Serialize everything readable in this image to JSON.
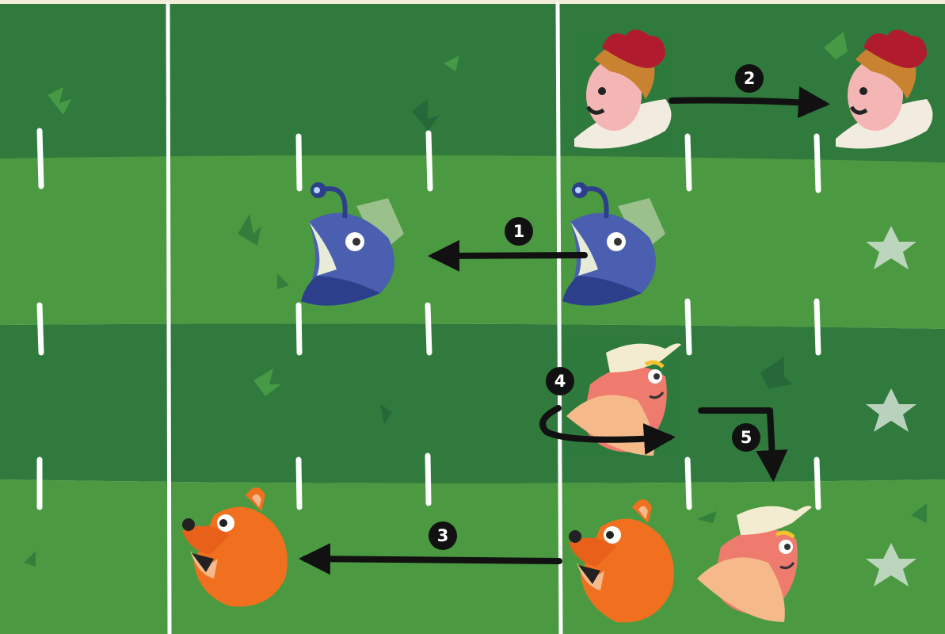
{
  "board": {
    "colors": {
      "stripe_dark": "#2f7a3c",
      "stripe_light": "#4b9a41",
      "line": "#ffffff",
      "arrow": "#111111",
      "badge": "#111111"
    },
    "mascots": [
      {
        "name": "queen-mascot",
        "kind": "queen",
        "moved": false
      },
      {
        "name": "queen-mascot-target",
        "kind": "queen",
        "moved": true
      },
      {
        "name": "anglerfish-mascot",
        "kind": "anglerfish",
        "moved": false
      },
      {
        "name": "anglerfish-mascot-target",
        "kind": "anglerfish",
        "moved": true
      },
      {
        "name": "fox-mascot",
        "kind": "fox",
        "moved": false
      },
      {
        "name": "fox-mascot-target",
        "kind": "fox",
        "moved": true
      },
      {
        "name": "shrimp-mascot",
        "kind": "shrimp",
        "moved": false
      },
      {
        "name": "shrimp-mascot-target",
        "kind": "shrimp",
        "moved": true
      }
    ],
    "moves": [
      {
        "step": "1",
        "piece": "anglerfish",
        "direction": "left"
      },
      {
        "step": "2",
        "piece": "queen",
        "direction": "right"
      },
      {
        "step": "3",
        "piece": "fox",
        "direction": "left"
      },
      {
        "step": "4",
        "piece": "shrimp",
        "direction": "loop-right"
      },
      {
        "step": "5",
        "piece": "shrimp",
        "direction": "down"
      }
    ],
    "stars": 3
  }
}
